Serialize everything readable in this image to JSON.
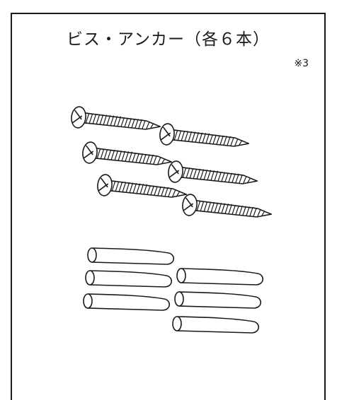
{
  "title": "ビス・アンカー（各６本）",
  "note": "※3",
  "parts": [
    {
      "name": "screw",
      "count": 6
    },
    {
      "name": "anchor",
      "count": 6
    }
  ]
}
